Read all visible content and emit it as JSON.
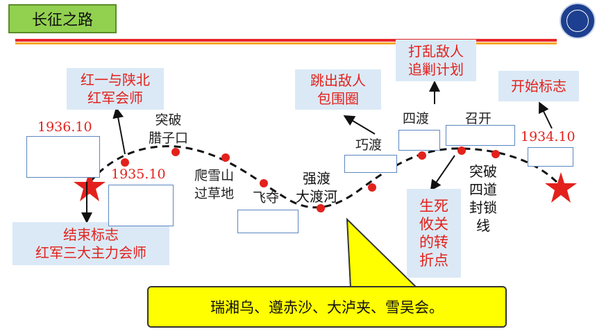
{
  "title": "长征之路",
  "boxes": {
    "meet_north": "红一与陕北\n红军会师",
    "escape": "跳出敌人\n包围圈",
    "disrupt": "打乱敌人\n追剿计划",
    "start_mark": "开始标志",
    "end_mark": "结束标志\n红军三大主力会师",
    "turning": "生死\n攸关\n的转\n折点"
  },
  "labels": {
    "yr_1936": "1936.10",
    "yr_1935": "1935.10",
    "yr_1934": "1934.10",
    "lazikou": "突破\n腊子口",
    "snow": "爬雪山\n过草地",
    "feiduo": "飞夺",
    "river": "强渡\n大渡河",
    "qiaodu": "巧渡",
    "sidu": "四渡",
    "zhaokai": "召开",
    "blockade": "突破\n四道\n封锁\n线"
  },
  "callout": "瑞湘乌、遵赤沙、大泸夹、雪吴会。",
  "colors": {
    "accent_red": "#e3211c",
    "box_blue": "#dbe9f6",
    "callout_yellow": "#ffff00",
    "title_green": "#92d050"
  }
}
